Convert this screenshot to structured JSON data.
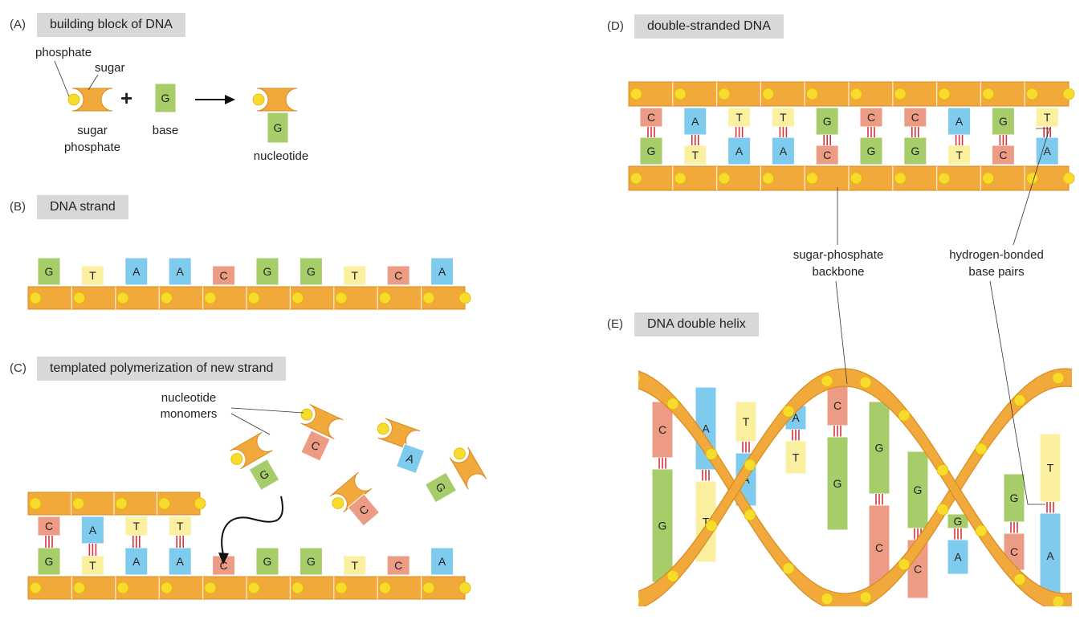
{
  "panels": {
    "a": {
      "tag": "(A)",
      "title": "building block of DNA"
    },
    "b": {
      "tag": "(B)",
      "title": "DNA strand"
    },
    "c": {
      "tag": "(C)",
      "title": "templated polymerization of new strand"
    },
    "d": {
      "tag": "(D)",
      "title": "double-stranded DNA"
    },
    "e": {
      "tag": "(E)",
      "title": "DNA double helix"
    }
  },
  "labels": {
    "phosphate": "phosphate",
    "sugar": "sugar",
    "sugar_phosphate_1": "sugar",
    "sugar_phosphate_2": "phosphate",
    "base": "base",
    "nucleotide": "nucleotide",
    "plus": "+",
    "monomers_1": "nucleotide",
    "monomers_2": "monomers",
    "backbone_1": "sugar-phosphate",
    "backbone_2": "backbone",
    "hbonded_1": "hydrogen-bonded",
    "hbonded_2": "base pairs"
  },
  "bases": {
    "panel_a_base": "G",
    "panel_a_nucleotide": "G",
    "strand_b": [
      "G",
      "T",
      "A",
      "A",
      "C",
      "G",
      "G",
      "T",
      "C",
      "A"
    ],
    "template_c": [
      "G",
      "T",
      "A",
      "A",
      "C",
      "G",
      "G",
      "T",
      "C",
      "A"
    ],
    "new_strand_c": [
      "C",
      "A",
      "T",
      "T"
    ],
    "free_monomers_c": [
      "G",
      "C",
      "C",
      "A",
      "G"
    ],
    "top_d": [
      "C",
      "A",
      "T",
      "T",
      "G",
      "C",
      "C",
      "A",
      "G",
      "T"
    ],
    "bottom_d": [
      "G",
      "T",
      "A",
      "A",
      "C",
      "G",
      "G",
      "T",
      "C",
      "A"
    ],
    "helix_e": [
      "C",
      "G",
      "A",
      "T",
      "T",
      "A",
      "A",
      "C",
      "G",
      "C",
      "G",
      "C",
      "G",
      "A",
      "G",
      "C",
      "T",
      "A"
    ]
  },
  "colors": {
    "backbone": "#f2a93b",
    "backbone_edge": "#d88a1e",
    "phosphate": "#f7dc2e",
    "G": "#a6cd6a",
    "T": "#fbf0a0",
    "A": "#7fcbee",
    "C": "#ec9c84",
    "hbond": "#d9333a",
    "panel_title_bg": "#d6d9d7"
  }
}
